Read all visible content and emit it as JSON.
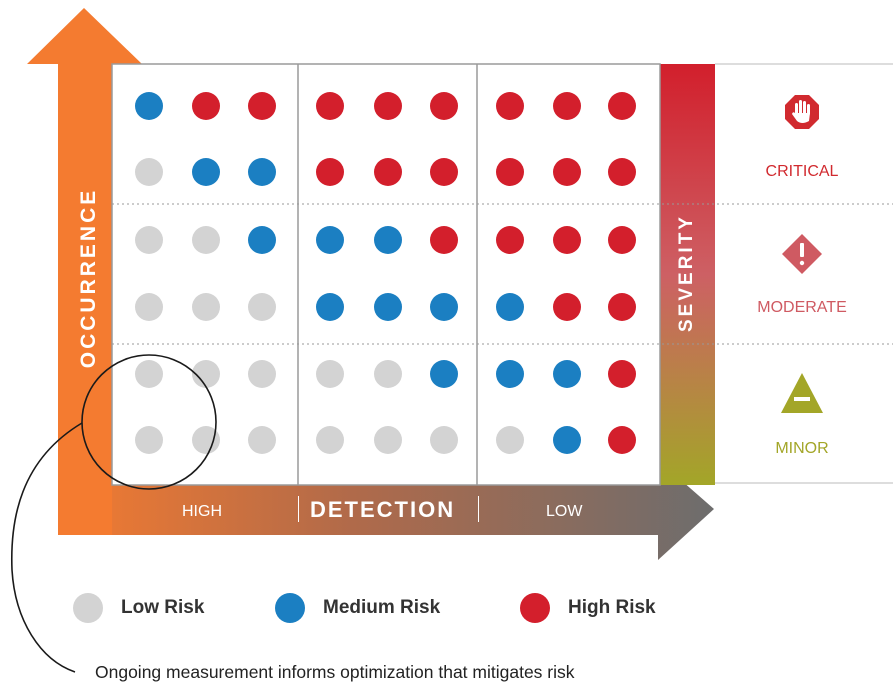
{
  "axes": {
    "occurrence_label": "OCCURRENCE",
    "detection_label": "DETECTION",
    "detection_high": "HIGH",
    "detection_low": "LOW",
    "severity_label": "SEVERITY"
  },
  "severity_levels": [
    {
      "label": "CRITICAL",
      "icon": "stop-hand-icon",
      "color": "#d12a2f"
    },
    {
      "label": "MODERATE",
      "icon": "exclamation-diamond-icon",
      "color": "#cf5a62"
    },
    {
      "label": "MINOR",
      "icon": "minus-triangle-icon",
      "color": "#a3a628"
    }
  ],
  "legend": [
    {
      "key": "low",
      "label": "Low Risk",
      "color": "#d3d3d3"
    },
    {
      "key": "medium",
      "label": "Medium Risk",
      "color": "#1b7fc2"
    },
    {
      "key": "high",
      "label": "High Risk",
      "color": "#d31f2c"
    }
  ],
  "grid": [
    [
      "medium",
      "high",
      "high",
      "high",
      "high",
      "high",
      "high",
      "high",
      "high"
    ],
    [
      "low",
      "medium",
      "medium",
      "high",
      "high",
      "high",
      "high",
      "high",
      "high"
    ],
    [
      "low",
      "low",
      "medium",
      "medium",
      "medium",
      "high",
      "high",
      "high",
      "high"
    ],
    [
      "low",
      "low",
      "low",
      "medium",
      "medium",
      "medium",
      "medium",
      "high",
      "high"
    ],
    [
      "low",
      "low",
      "low",
      "low",
      "low",
      "medium",
      "medium",
      "medium",
      "high"
    ],
    [
      "low",
      "low",
      "low",
      "low",
      "low",
      "low",
      "low",
      "medium",
      "high"
    ]
  ],
  "caption": "Ongoing measurement informs optimization that mitigates risk",
  "colors": {
    "orange": "#f47b30",
    "gray_arrow": "#6d6d6d",
    "grid_line": "#999999",
    "severity_top": "#d21f2c",
    "severity_bottom": "#a3a628"
  }
}
